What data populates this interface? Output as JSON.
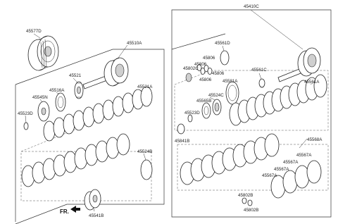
{
  "labels": {
    "p45577D": "45577D",
    "p45510A": "45510A",
    "p45521": "45521",
    "p45516A": "45516A",
    "p45545N": "45545N",
    "p45523D_left": "45523D",
    "p45521A": "45521A",
    "p45524B": "45524B",
    "p45541B": "45541B",
    "p45410C": "45410C",
    "p45561D": "45561D",
    "p45806_a": "45806",
    "p45806_b": "45806",
    "p45802C": "45802C",
    "p45806_c": "45806",
    "p45806_d": "45806",
    "p45561C": "45561C",
    "p45581A": "45581A",
    "p45524C": "45524C",
    "p45565B": "45565B",
    "p45523D_right": "45523D",
    "p45841B": "45841B",
    "p45561A": "45561A",
    "p45568A": "45568A",
    "p45567A_a": "45567A",
    "p45567A_b": "45567A",
    "p45567A_c": "45567A",
    "p45567A_d": "45567A",
    "p45802B_a": "45802B",
    "p45802B_b": "45802B"
  },
  "direction_marker": "FR.",
  "icons": {
    "front_arrow": "front-direction-arrow-icon"
  }
}
